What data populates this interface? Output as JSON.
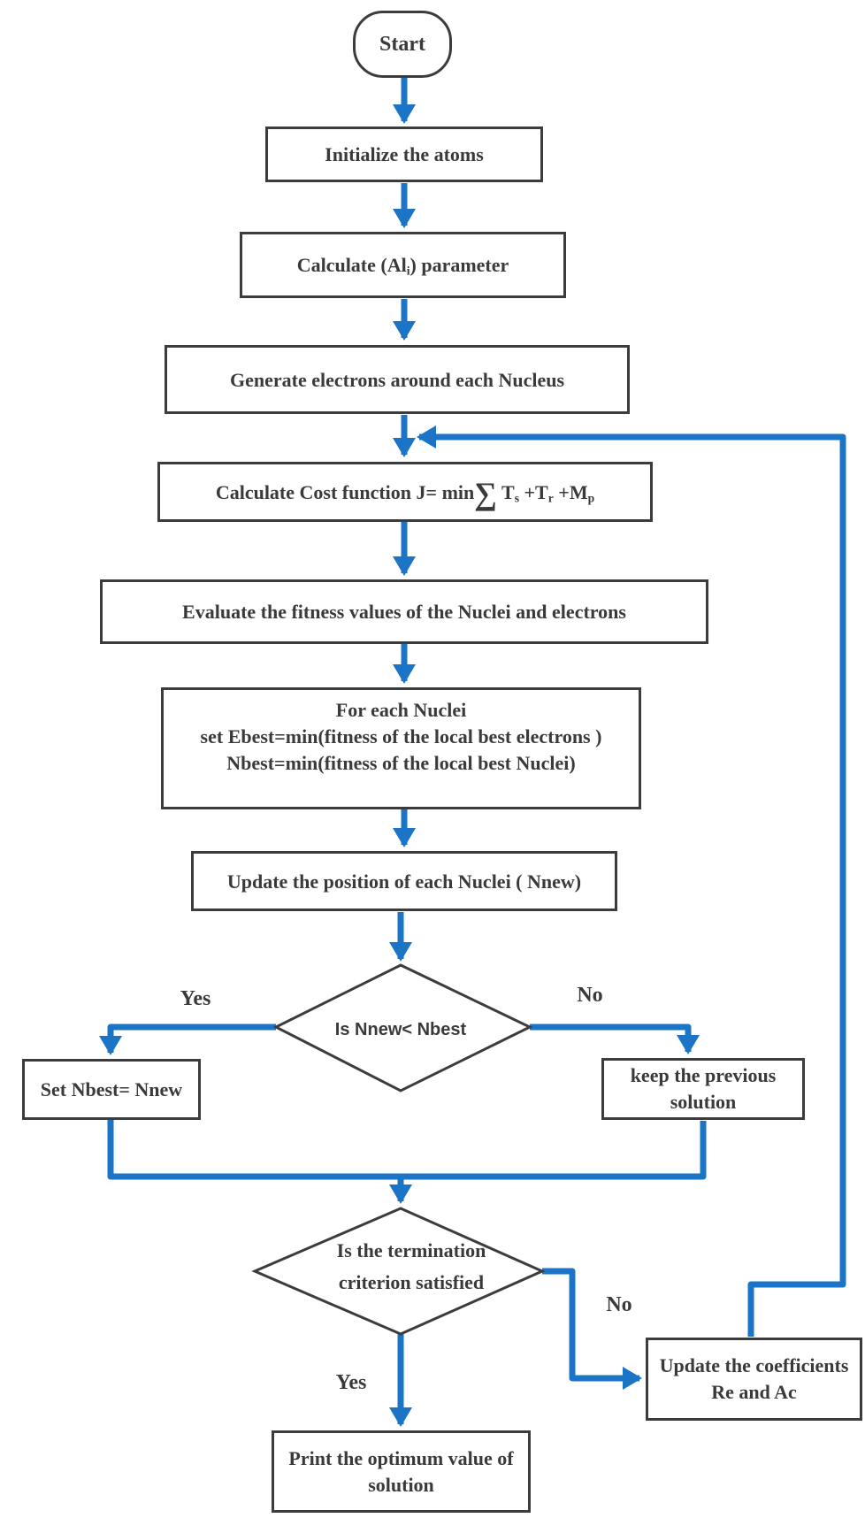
{
  "colors": {
    "accent_blue": "#1b74c5",
    "box_border": "#3c3c3c",
    "text_color": "#3a3a3a"
  },
  "flowchart": {
    "start": "Start",
    "steps": {
      "initialize": "Initialize the atoms",
      "calc_ali": {
        "p1": "Calculate (Al",
        "sub": "i",
        "p2": ") parameter"
      },
      "generate": "Generate electrons around each Nucleus",
      "cost": {
        "p1": "Calculate Cost function J= min",
        "sigma": "∑",
        "t1": " T",
        "t1s": "s",
        "t2": " +T",
        "t2s": "r",
        "t3": " +M",
        "t3s": "p"
      },
      "evaluate": "Evaluate the fitness values of the Nuclei and electrons",
      "foreach": {
        "line1": "For each Nuclei",
        "line2": "set Ebest=min(fitness of the local best electrons )",
        "line3": "Nbest=min(fitness of the local best Nuclei)"
      },
      "update_position": "Update the position of each Nuclei ( Nnew)",
      "set_nbest": "Set Nbest= Nnew",
      "keep_previous": {
        "line1": "keep the previous",
        "line2": "solution"
      },
      "update_coefficients": {
        "line1": "Update the coefficients",
        "line2": "Re and Ac"
      },
      "print_solution": {
        "line1": "Print the optimum value of",
        "line2": "solution"
      }
    },
    "decisions": {
      "nnew_lt_nbest": "Is Nnew< Nbest",
      "termination": {
        "line1": "Is the termination",
        "line2": "criterion satisfied"
      }
    },
    "labels": {
      "yes1": "Yes",
      "no1": "No",
      "yes2": "Yes",
      "no2": "No"
    }
  }
}
